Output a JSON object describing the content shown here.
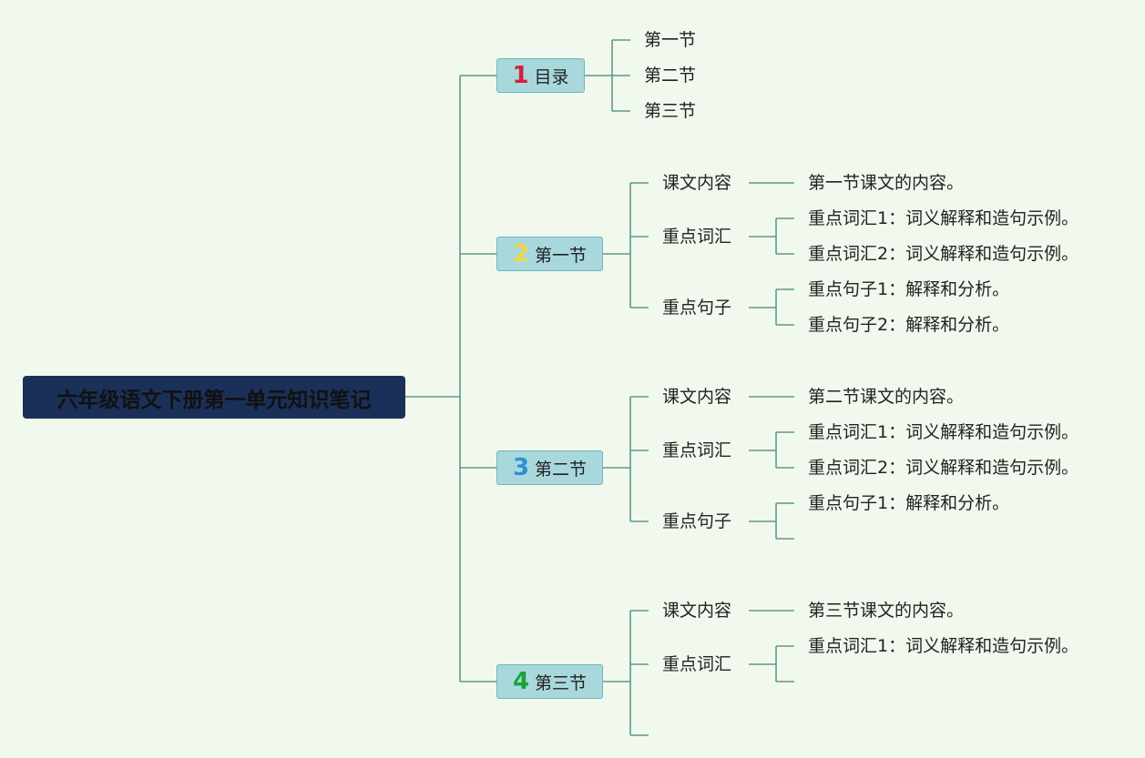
{
  "root": {
    "title": "六年级语文下册第一单元知识笔记"
  },
  "sections": [
    {
      "num": "1",
      "num_color": "#d4223a",
      "label": "目录",
      "children": [
        "第一节",
        "第二节",
        "第三节"
      ]
    },
    {
      "num": "2",
      "num_color": "#f2d44b",
      "label": "第一节",
      "children": [
        {
          "label": "课文内容",
          "items": [
            "第一节课文的内容。"
          ]
        },
        {
          "label": "重点词汇",
          "items": [
            "重点词汇1：词义解释和造句示例。",
            "重点词汇2：词义解释和造句示例。"
          ]
        },
        {
          "label": "重点句子",
          "items": [
            "重点句子1：解释和分析。",
            "重点句子2：解释和分析。"
          ]
        }
      ]
    },
    {
      "num": "3",
      "num_color": "#2e8fd8",
      "label": "第二节",
      "children": [
        {
          "label": "课文内容",
          "items": [
            "第二节课文的内容。"
          ]
        },
        {
          "label": "重点词汇",
          "items": [
            "重点词汇1：词义解释和造句示例。",
            "重点词汇2：词义解释和造句示例。"
          ]
        },
        {
          "label": "重点句子",
          "items": [
            "重点句子1：解释和分析。",
            ""
          ]
        }
      ]
    },
    {
      "num": "4",
      "num_color": "#1aa23a",
      "label": "第三节",
      "children": [
        {
          "label": "课文内容",
          "items": [
            "第三节课文的内容。"
          ]
        },
        {
          "label": "重点词汇",
          "items": [
            "重点词汇1：词义解释和造句示例。",
            ""
          ]
        },
        {
          "label": "",
          "items": []
        }
      ]
    }
  ],
  "colors": {
    "background": "#f1f9ee",
    "line": "#5f9985",
    "root_fill": "#1b3058",
    "section_fill": "#a8d8dc"
  }
}
